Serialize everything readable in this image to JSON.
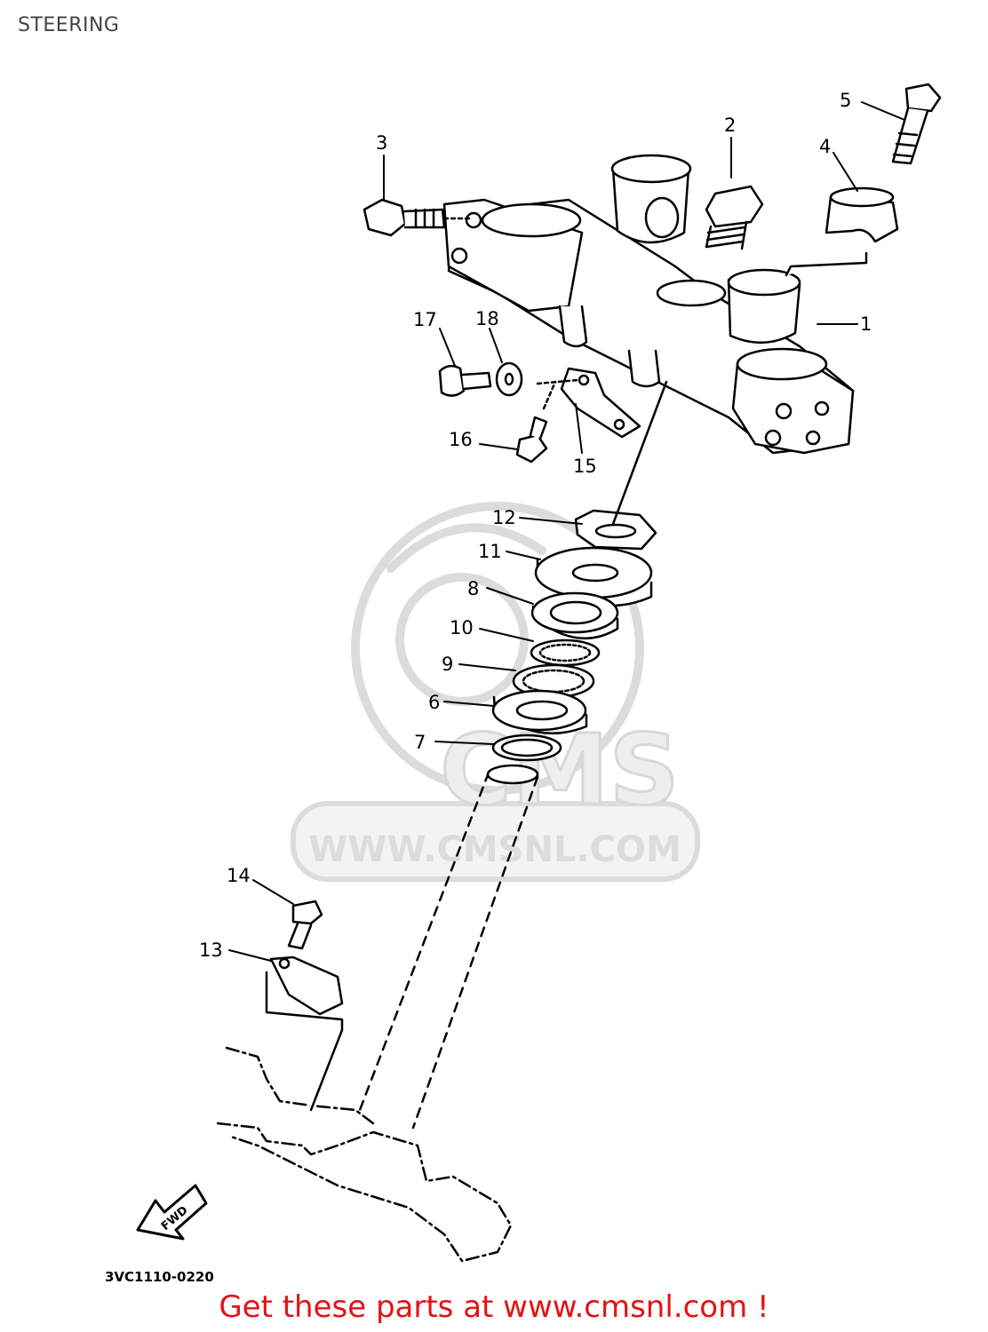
{
  "page": {
    "title": "STEERING"
  },
  "diagram": {
    "part_numbers": [
      "1",
      "2",
      "3",
      "4",
      "5",
      "6",
      "7",
      "8",
      "9",
      "10",
      "11",
      "12",
      "13",
      "14",
      "15",
      "16",
      "17",
      "18"
    ],
    "fwd_arrow_text": "FWD",
    "drawing_code": "3VC1110-0220",
    "watermark": {
      "logo_text": "CMS",
      "url_text": "WWW.CMSNL.COM"
    }
  },
  "footer": {
    "cta": "Get these parts at www.cmsnl.com !"
  },
  "colors": {
    "cta": "#e31313",
    "line": "#000000",
    "watermark": "#d4d4d4"
  }
}
